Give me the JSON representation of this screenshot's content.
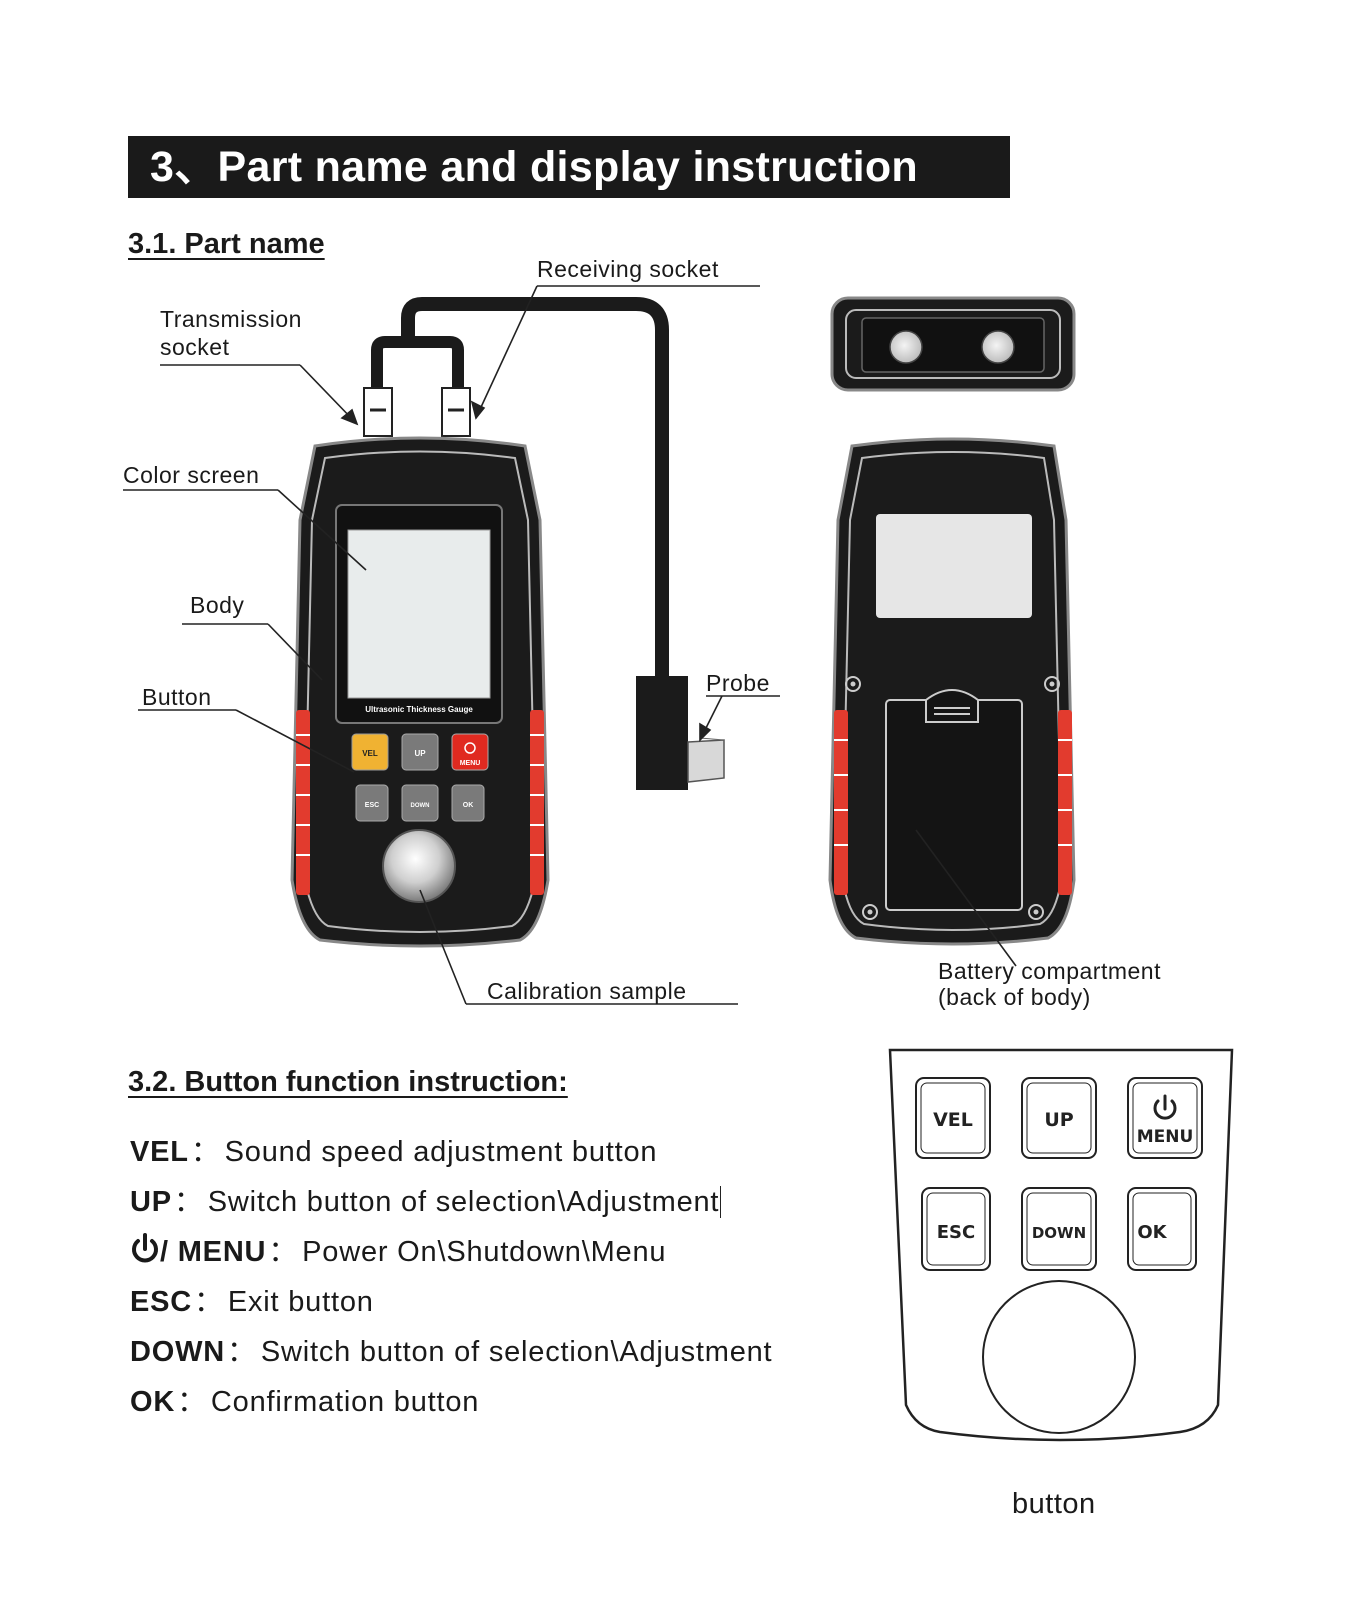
{
  "section_title": "3、Part name and display instruction",
  "part_name": {
    "heading": "3.1. Part name",
    "labels": {
      "receiving_socket": "Receiving socket",
      "transmission_socket_line1": "Transmission",
      "transmission_socket_line2": "socket",
      "color_screen": "Color screen",
      "body": "Body",
      "button": "Button",
      "probe": "Probe",
      "calibration_sample": "Calibration sample",
      "battery_line1": "Battery compartment",
      "battery_line2": "(back of body)"
    },
    "device": {
      "screen_caption": "Ultrasonic Thickness Gauge",
      "buttons": [
        "VEL",
        "UP",
        "MENU",
        "ESC",
        "DOWN",
        "OK"
      ]
    }
  },
  "button_function": {
    "heading": "3.2. Button function instruction:",
    "items": [
      {
        "key": "VEL",
        "sep": "：",
        "desc": "Sound speed adjustment button"
      },
      {
        "key": "UP",
        "sep": "：",
        "desc": "Switch button of selection\\Adjustment"
      },
      {
        "key": "/ MENU",
        "sep": "：",
        "desc": "Power On\\Shutdown\\Menu"
      },
      {
        "key": "ESC",
        "sep": "：",
        "desc": "Exit button"
      },
      {
        "key": "DOWN",
        "sep": "：",
        "desc": "Switch button of selection\\Adjustment"
      },
      {
        "key": "OK",
        "sep": "：",
        "desc": "Confirmation button"
      }
    ]
  },
  "keypad": {
    "buttons": [
      "VEL",
      "UP",
      "MENU",
      "ESC",
      "DOWN",
      "OK"
    ],
    "caption": "button"
  },
  "colors": {
    "accent_red": "#e23b2e",
    "vel_yellow": "#f0b232",
    "power_red": "#e02a20",
    "body_black": "#1b1b1b",
    "screen": "#e8ecec"
  }
}
